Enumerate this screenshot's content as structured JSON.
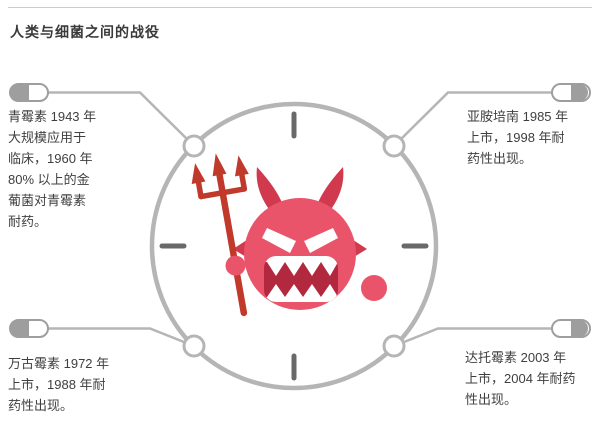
{
  "title": "人类与细菌之间的战役",
  "annotations": {
    "penicillin": "青霉素 1943 年大规模应用于临床，1960 年 80% 以上的金葡菌对青霉素耐药。",
    "imipenem": "亚胺培南 1985 年上市，1998 年耐药性出现。",
    "vancomycin": "万古霉素 1972 年上市，1988 年耐药性出现。",
    "daptomycin": "达托霉素 2003 年上市，2004 年耐药性出现。"
  },
  "icons": {
    "pill": "pill-icon",
    "devil": "devil-bacteria-icon",
    "trident": "trident-icon",
    "timeline": "timeline-ring"
  },
  "colors": {
    "devil_body": "#e9546b",
    "devil_dark": "#d13a4e",
    "trident_red": "#c0392b",
    "mouth_red": "#b2283e",
    "graphic_gray": "#b5b5b5",
    "pill_gray": "#9e9e9e",
    "tick_gray": "#67696b",
    "text": "#3f3f3f",
    "rule": "#cccccc"
  }
}
